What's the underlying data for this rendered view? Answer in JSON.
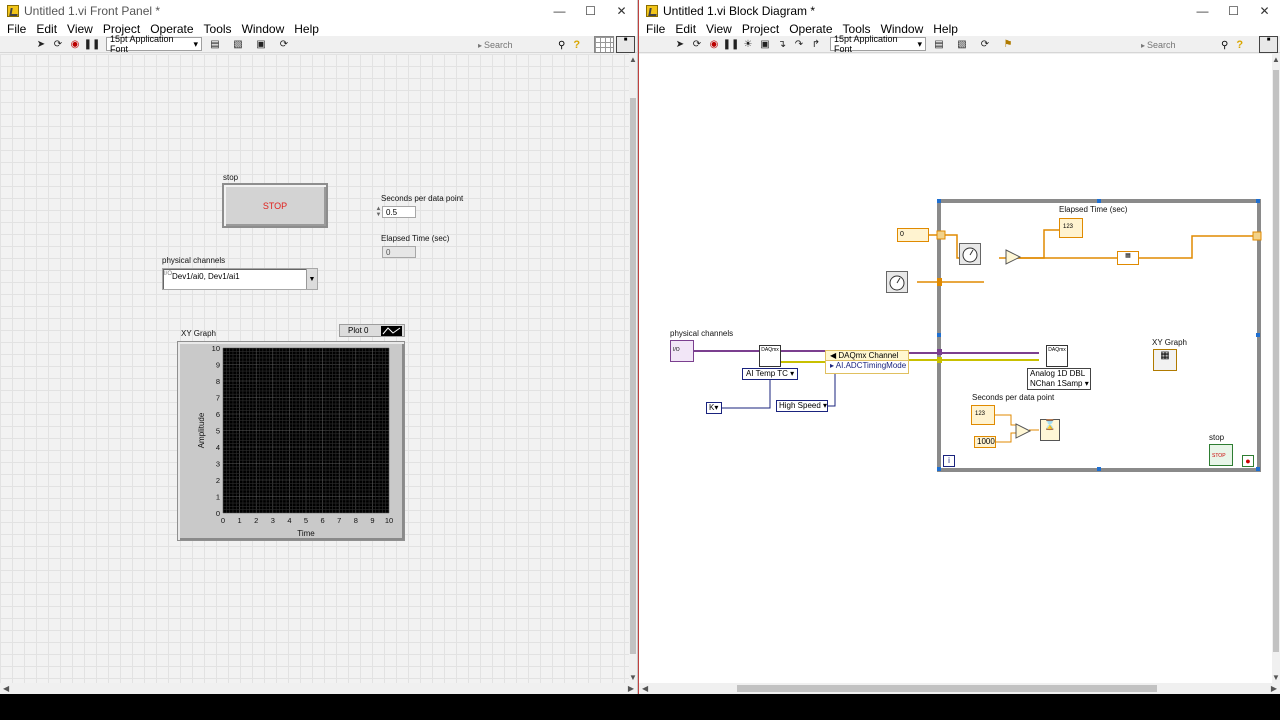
{
  "front_panel": {
    "title": "Untitled 1.vi Front Panel *",
    "menu": [
      "File",
      "Edit",
      "View",
      "Project",
      "Operate",
      "Tools",
      "Window",
      "Help"
    ],
    "font_select": "15pt Application Font",
    "search_placeholder": "Search",
    "controls": {
      "stop_label": "stop",
      "stop_button_text": "STOP",
      "seconds_label": "Seconds per data point",
      "seconds_value": "0.5",
      "elapsed_label": "Elapsed Time (sec)",
      "elapsed_value": "0",
      "channels_label": "physical channels",
      "channels_value": "Dev1/ai0, Dev1/ai1",
      "channels_io_glyph": "I/O"
    },
    "graph": {
      "label": "XY Graph",
      "legend_label": "Plot 0",
      "xlabel": "Time",
      "ylabel": "Amplitude"
    }
  },
  "chart_data": {
    "type": "scatter",
    "title": "XY Graph",
    "xlabel": "Time",
    "ylabel": "Amplitude",
    "xlim": [
      0,
      10
    ],
    "ylim": [
      0,
      10
    ],
    "x_ticks": [
      "0",
      "1",
      "2",
      "3",
      "4",
      "5",
      "6",
      "7",
      "8",
      "9",
      "10"
    ],
    "y_ticks": [
      "0",
      "1",
      "2",
      "3",
      "4",
      "5",
      "6",
      "7",
      "8",
      "9",
      "10"
    ],
    "grid": true,
    "series": [
      {
        "name": "Plot 0",
        "x": [],
        "y": []
      }
    ]
  },
  "block_diagram": {
    "title": "Untitled 1.vi Block Diagram *",
    "menu": [
      "File",
      "Edit",
      "View",
      "Project",
      "Operate",
      "Tools",
      "Window",
      "Help"
    ],
    "font_select": "15pt Application Font",
    "search_placeholder": "Search",
    "labels": {
      "elapsed": "Elapsed Time (sec)",
      "channels": "physical channels",
      "xy_graph": "XY Graph",
      "seconds": "Seconds per data point",
      "stop": "stop",
      "ai_temp": "AI Temp TC",
      "k": "K",
      "high_speed": "High Speed",
      "daqmx_channel": "DAQmx Channel",
      "adc_mode": "AI.ADCTimingMode",
      "analog_line1": "Analog 1D DBL",
      "analog_line2": "NChan 1Samp",
      "const_1000": "1000",
      "const_zero": "0",
      "loop_i": "i",
      "daqmx_glyph": "DAQmx",
      "stop_terminal_glyph": "STOP",
      "numeric_terminal_glyph": "123",
      "ring_terminal_glyph": "I/O"
    }
  }
}
